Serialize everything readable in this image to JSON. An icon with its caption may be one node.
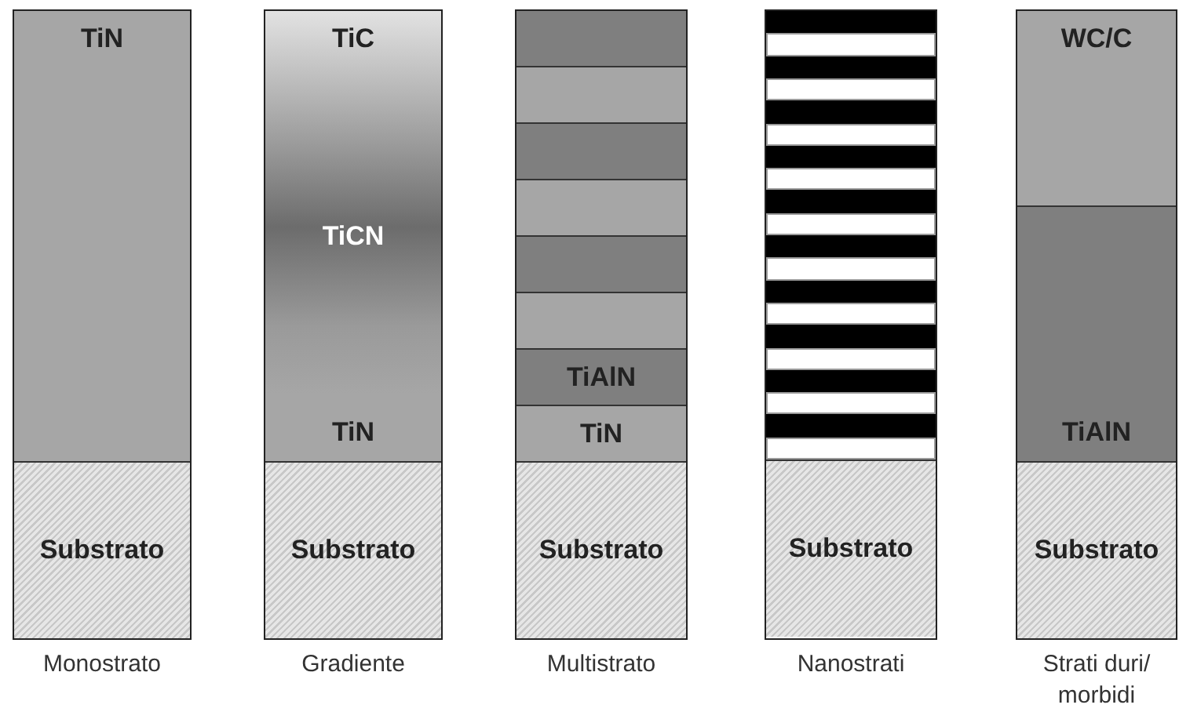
{
  "diagram": {
    "nodes": [
      {
        "text": [],
        "shape": "box",
        "beside": [
          "Monostrato"
        ]
      },
      {
        "text": [
          "TiN"
        ],
        "in": 0
      },
      {
        "text": [
          "Substrato"
        ],
        "in": 0
      },
      {
        "text": [],
        "shape": "box",
        "beside": [
          "Gradiente"
        ]
      },
      {
        "text": [
          "TiC",
          "TiCN",
          "TiN"
        ],
        "in": 3
      },
      {
        "text": [
          "Substrato"
        ],
        "in": 3
      },
      {
        "text": [],
        "shape": "box",
        "beside": [
          "Multistrato"
        ]
      },
      {
        "text": [],
        "shape": "bar",
        "in": 6
      },
      {
        "text": [],
        "shape": "bar",
        "in": 6
      },
      {
        "text": [],
        "shape": "bar",
        "in": 6
      },
      {
        "text": [],
        "shape": "bar",
        "in": 6
      },
      {
        "text": [],
        "shape": "bar",
        "in": 6
      },
      {
        "text": [],
        "shape": "bar",
        "in": 6
      },
      {
        "text": [
          "TiAlN"
        ],
        "in": 6
      },
      {
        "text": [
          "TiN"
        ],
        "in": 6
      },
      {
        "text": [
          "Substrato"
        ],
        "in": 6
      },
      {
        "text": [],
        "shape": "box",
        "beside": [
          "Nanostrati"
        ]
      },
      {
        "text": [],
        "shape": "bar",
        "in": 16
      },
      {
        "text": [],
        "shape": "bar",
        "in": 16
      },
      {
        "text": [],
        "shape": "bar",
        "in": 16
      },
      {
        "text": [],
        "shape": "bar",
        "in": 16
      },
      {
        "text": [],
        "shape": "bar",
        "in": 16
      },
      {
        "text": [],
        "shape": "bar",
        "in": 16
      },
      {
        "text": [],
        "shape": "bar",
        "in": 16
      },
      {
        "text": [],
        "shape": "bar",
        "in": 16
      },
      {
        "text": [],
        "shape": "bar",
        "in": 16
      },
      {
        "text": [],
        "shape": "bar",
        "in": 16
      },
      {
        "text": [],
        "shape": "bar",
        "in": 16
      },
      {
        "text": [],
        "shape": "bar",
        "in": 16
      },
      {
        "text": [],
        "shape": "bar",
        "in": 16
      },
      {
        "text": [],
        "shape": "bar",
        "in": 16
      },
      {
        "text": [],
        "shape": "bar",
        "in": 16
      },
      {
        "text": [],
        "shape": "bar",
        "in": 16
      },
      {
        "text": [],
        "shape": "bar",
        "in": 16
      },
      {
        "text": [],
        "shape": "bar",
        "in": 16
      },
      {
        "text": [],
        "shape": "bar",
        "in": 16
      },
      {
        "text": [],
        "shape": "bar",
        "in": 16
      },
      {
        "text": [
          "Substrato"
        ],
        "in": 16
      },
      {
        "text": [],
        "shape": "box",
        "beside": [
          "Strati duri/ morbidi"
        ]
      },
      {
        "text": [
          "WC/C"
        ],
        "in": 38
      },
      {
        "text": [
          "TiAlN"
        ],
        "in": 38
      },
      {
        "text": [
          "Substrato"
        ],
        "in": 38
      }
    ]
  }
}
